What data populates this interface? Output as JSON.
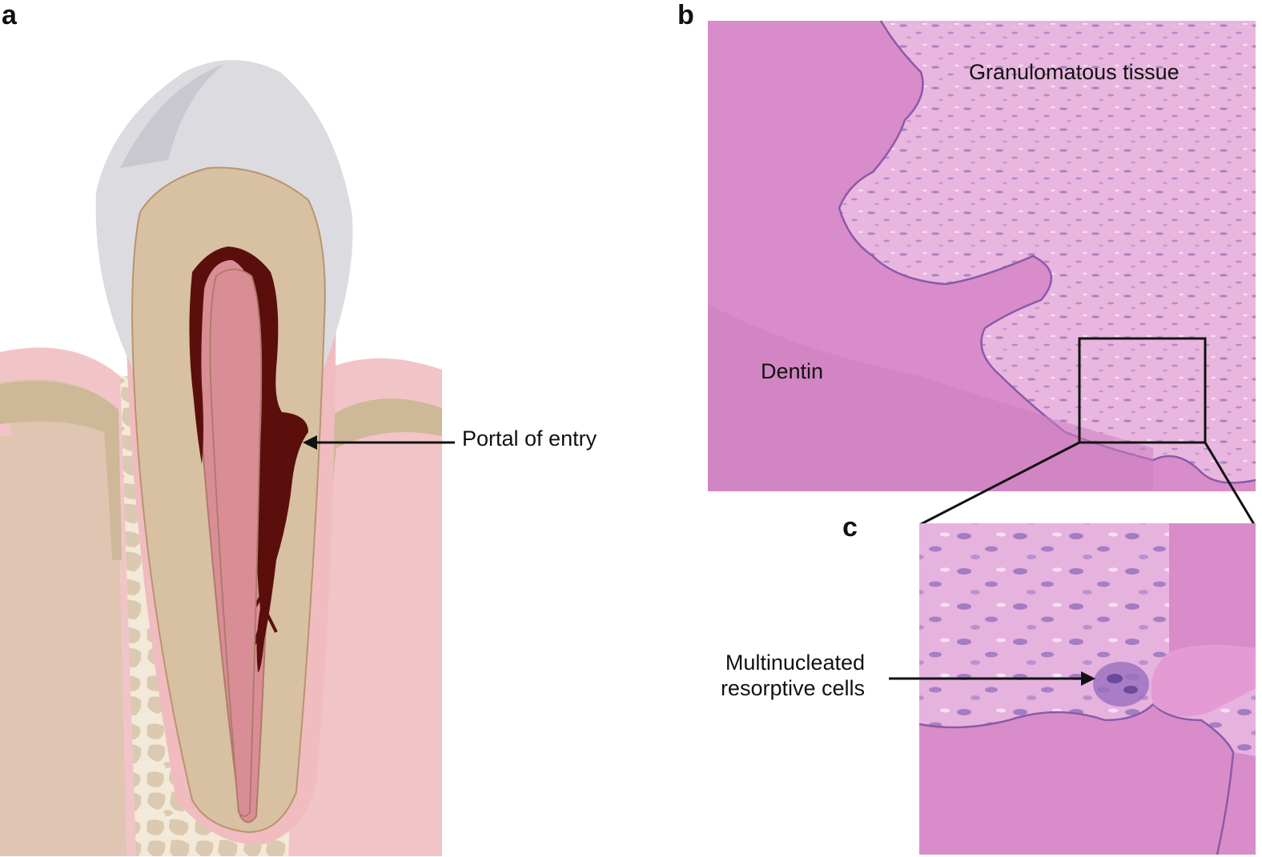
{
  "panels": {
    "a": {
      "letter": "a",
      "labels": {
        "portal": "Portal of entry"
      }
    },
    "b": {
      "letter": "b",
      "labels": {
        "granulomatous": "Granulomatous tissue",
        "dentin": "Dentin"
      }
    },
    "c": {
      "letter": "c",
      "labels": {
        "multinucleated_line1": "Multinucleated",
        "multinucleated_line2": "resorptive cells"
      }
    }
  },
  "colors": {
    "bone": "#dccbb4",
    "bone_spaces": "#f2e8d8",
    "gum": "#f0c4c6",
    "dentin": "#d8c0a3",
    "enamel": "#dcdbe0",
    "pulp": "#d98e95",
    "resorption": "#5a0f0c",
    "histo_pink": "#d98ac9",
    "histo_tissue": "#e9b4df"
  }
}
